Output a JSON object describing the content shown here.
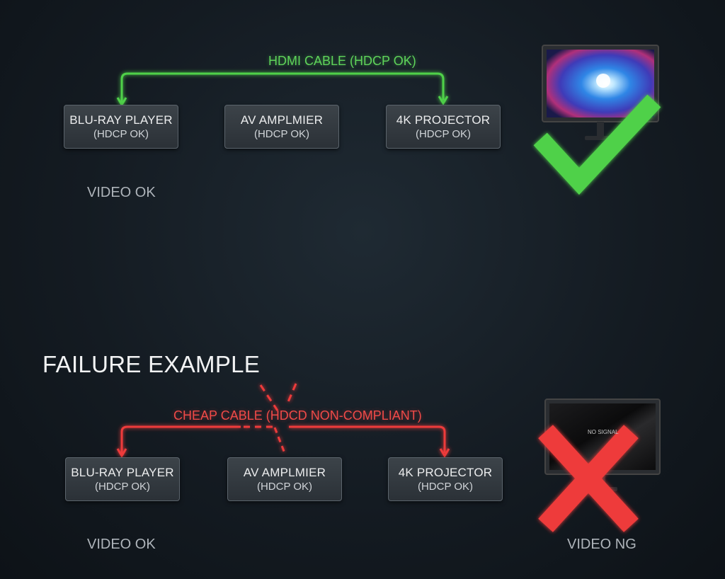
{
  "success": {
    "cable_label": "HDMI CABLE (HDCP OK)",
    "devices": [
      {
        "name": "BLU-RAY PLAYER",
        "status": "(HDCP OK)"
      },
      {
        "name": "AV AMPLMIER",
        "status": "(HDCP OK)"
      },
      {
        "name": "4K PROJECTOR",
        "status": "(HDCP OK)"
      }
    ],
    "video_label": "VIDEO OK",
    "accent_color": "#4fd14a",
    "result_icon": "check-mark-icon"
  },
  "failure": {
    "title": "FAILURE EXAMPLE",
    "cable_label": "CHEAP CABLE (HDCD NON-COMPLIANT)",
    "devices": [
      {
        "name": "BLU-RAY PLAYER",
        "status": "(HDCP OK)"
      },
      {
        "name": "AV AMPLMIER",
        "status": "(HDCP OK)"
      },
      {
        "name": "4K PROJECTOR",
        "status": "(HDCP OK)"
      }
    ],
    "video_label_left": "VIDEO OK",
    "video_label_right": "VIDEO NG",
    "screen_text": "NO SIGNAL",
    "accent_color": "#ee3b3b",
    "result_icon": "x-mark-icon"
  }
}
